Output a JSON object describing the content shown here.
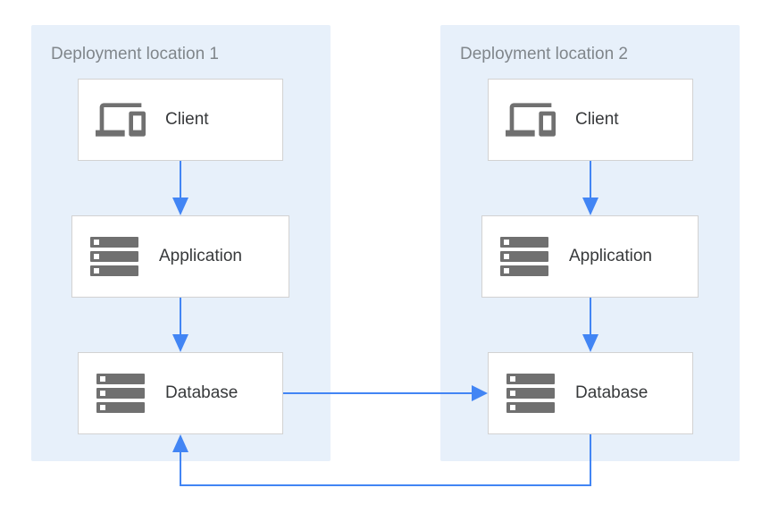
{
  "diagram": {
    "type": "architecture-diagram",
    "groups": [
      {
        "label": "Deployment location 1",
        "nodes": [
          {
            "id": "client-1",
            "label": "Client",
            "icon": "devices-icon"
          },
          {
            "id": "application-1",
            "label": "Application",
            "icon": "server-stack-icon"
          },
          {
            "id": "database-1",
            "label": "Database",
            "icon": "server-stack-icon"
          }
        ]
      },
      {
        "label": "Deployment location 2",
        "nodes": [
          {
            "id": "client-2",
            "label": "Client",
            "icon": "devices-icon"
          },
          {
            "id": "application-2",
            "label": "Application",
            "icon": "server-stack-icon"
          },
          {
            "id": "database-2",
            "label": "Database",
            "icon": "server-stack-icon"
          }
        ]
      }
    ],
    "edges": [
      {
        "from": "client-1",
        "to": "application-1",
        "direction": "down"
      },
      {
        "from": "application-1",
        "to": "database-1",
        "direction": "down"
      },
      {
        "from": "client-2",
        "to": "application-2",
        "direction": "down"
      },
      {
        "from": "application-2",
        "to": "database-2",
        "direction": "down"
      },
      {
        "from": "database-1",
        "to": "database-2",
        "direction": "right"
      },
      {
        "from": "database-2",
        "to": "database-1",
        "direction": "loop-bottom"
      }
    ],
    "colors": {
      "panel_bg": "#E7F0FA",
      "arrow": "#4285F4",
      "box_bg": "#FFFFFF",
      "box_border": "#D2D2D2",
      "icon_gray": "#707070",
      "title_gray": "#80868B",
      "label_color": "#37393B"
    }
  }
}
